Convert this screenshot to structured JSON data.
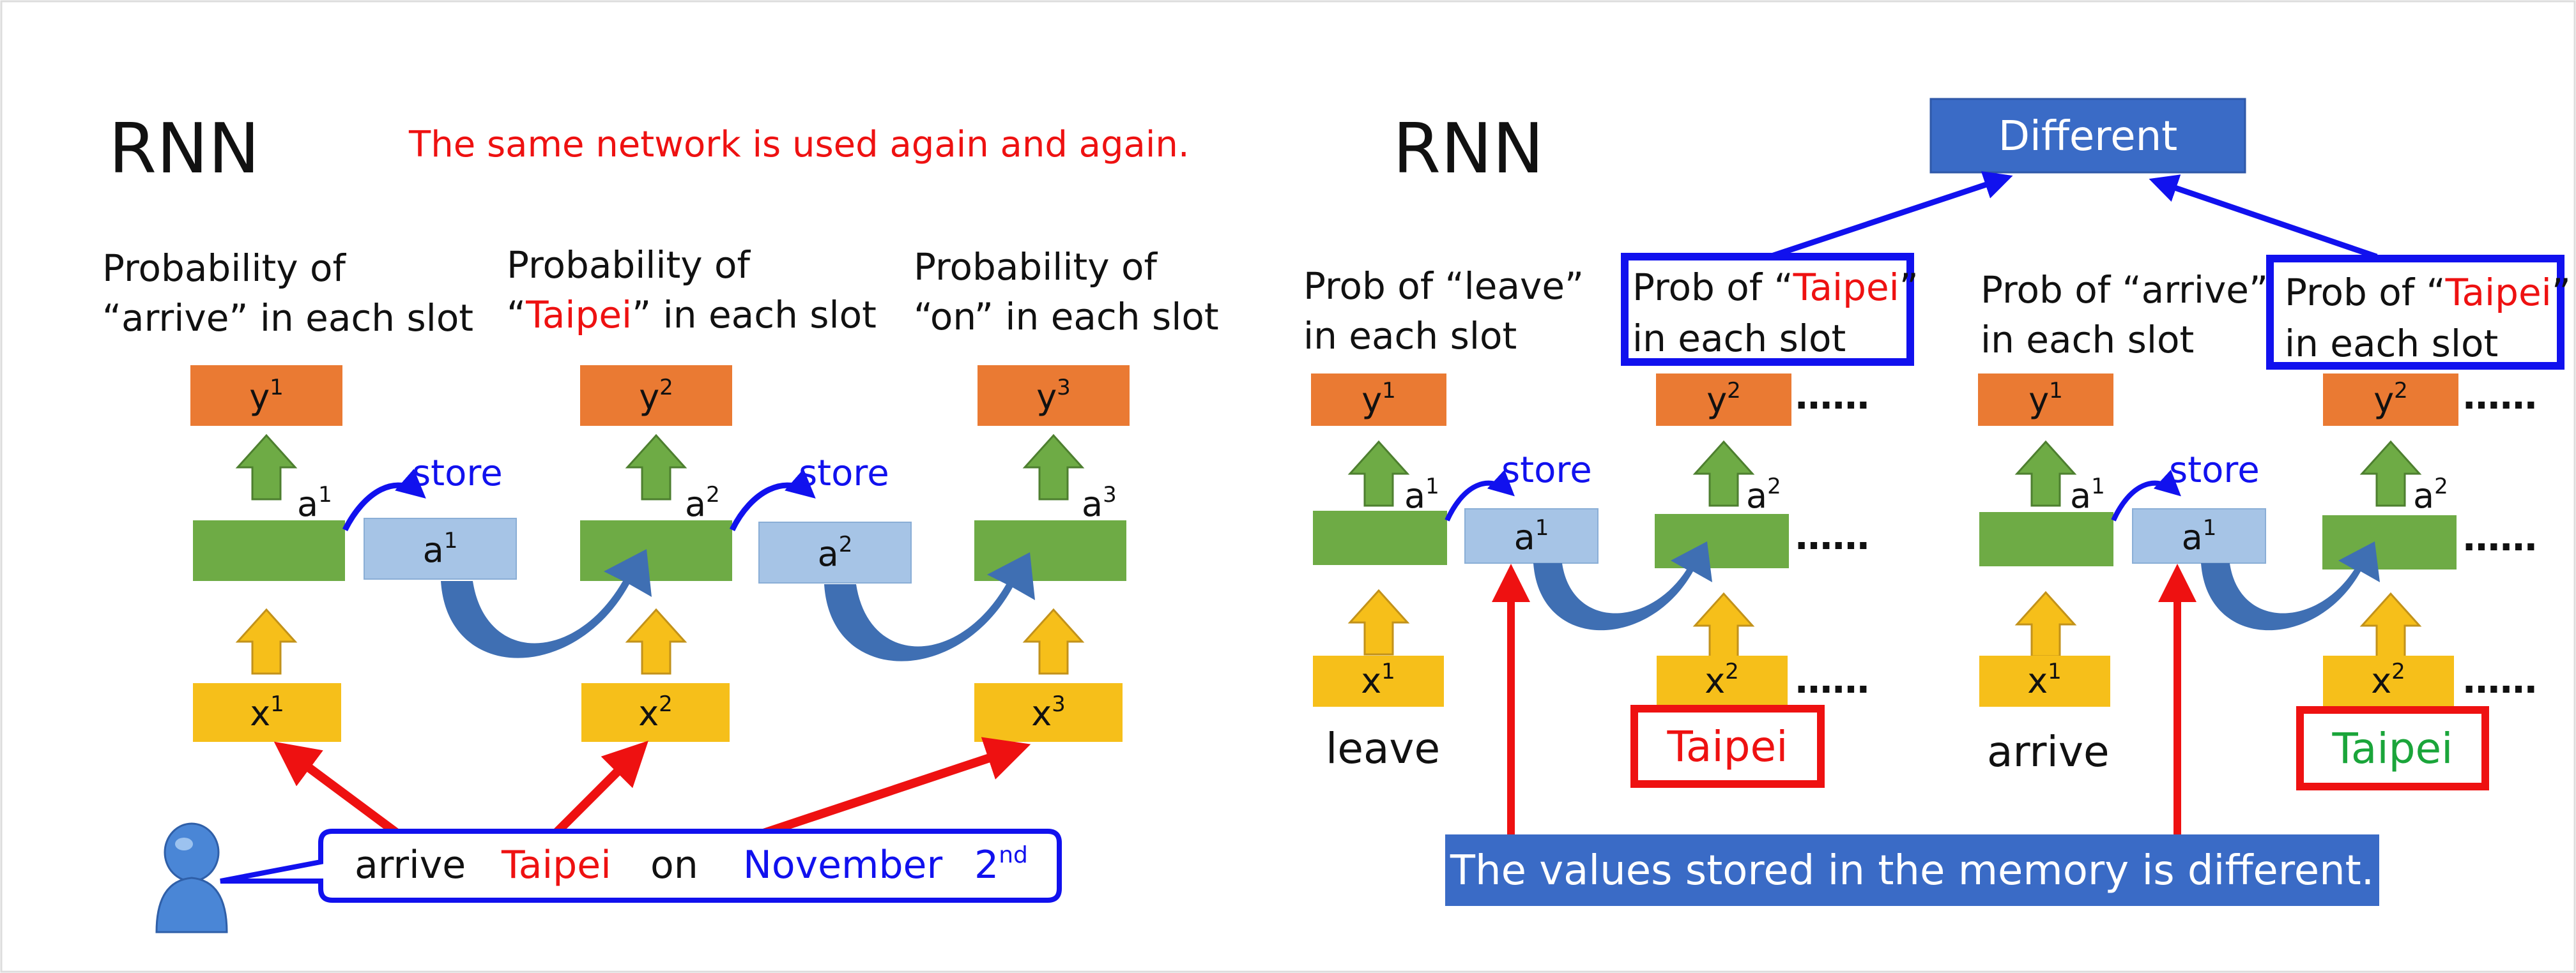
{
  "colors": {
    "output_box": "#ea7a33",
    "hidden_box": "#6eab45",
    "memory_box": "#a6c4e6",
    "input_box": "#f6bf1a",
    "up_arrow_green": "#6eab45",
    "up_arrow_yellow": "#f6bf1a",
    "curve_arrow": "#3f6fb3",
    "red": "#ee1111",
    "blue": "#1111ee",
    "green_text": "#1aa53a",
    "banner_blue": "#3a6bc6"
  },
  "left": {
    "title": "RNN",
    "caption": "The same network is used again and again.",
    "prob1": {
      "line1": "Probability of",
      "line2": "“arrive” in each slot"
    },
    "prob2": {
      "line1": "Probability of",
      "line2_a": "“",
      "line2_b": "Taipei",
      "line2_c": "” in each slot"
    },
    "prob3": {
      "line1": "Probability of",
      "line2": "“on” in each slot"
    },
    "y": [
      "y",
      "y",
      "y"
    ],
    "a": [
      "a",
      "a",
      "a"
    ],
    "x": [
      "x",
      "x",
      "x"
    ],
    "sup": [
      "1",
      "2",
      "3"
    ],
    "store": "store",
    "sentence": {
      "w1": "arrive",
      "w2": "Taipei",
      "w3": "on",
      "w4": "November",
      "w5": "2",
      "w5_sup": "nd"
    },
    "icons": [
      "user-icon"
    ]
  },
  "right": {
    "title": "RNN",
    "different": "Different",
    "prob_leave": {
      "line1": "Prob of “leave”",
      "line2": "in each slot"
    },
    "prob_taipei": {
      "line1_a": "Prob of “",
      "line1_b": "Taipei",
      "line1_c": "”",
      "line2": "in each slot"
    },
    "prob_arrive": {
      "line1": "Prob of “arrive”",
      "line2": "in each slot"
    },
    "store": "store",
    "dots": "……",
    "leave": "leave",
    "arrive": "arrive",
    "taipei": "Taipei",
    "banner": "The values stored in the memory is different.",
    "y": "y",
    "a": "a",
    "x": "x",
    "sup1": "1",
    "sup2": "2"
  }
}
